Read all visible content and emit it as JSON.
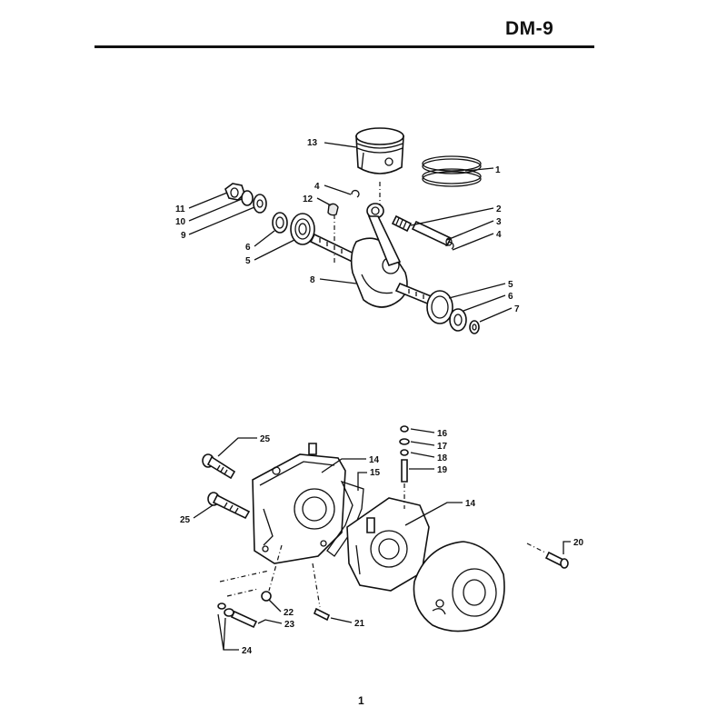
{
  "page": {
    "code": "DM-9",
    "number": "1"
  },
  "upper_diagram": {
    "callouts": [
      "13",
      "1",
      "4",
      "12",
      "11",
      "10",
      "9",
      "2",
      "3",
      "4",
      "6",
      "5",
      "8",
      "5",
      "6",
      "7"
    ]
  },
  "lower_diagram": {
    "callouts": [
      "16",
      "17",
      "18",
      "19",
      "25",
      "14",
      "15",
      "25",
      "14",
      "20",
      "22",
      "23",
      "21",
      "24"
    ]
  }
}
